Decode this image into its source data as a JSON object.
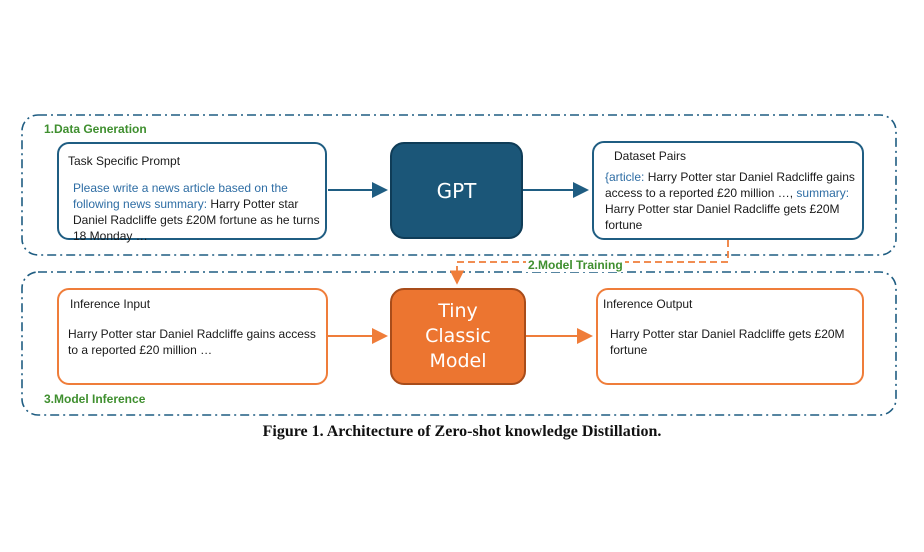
{
  "sections": {
    "data_generation": "1.Data Generation",
    "model_training": "2.Model Training",
    "model_inference": "3.Model Inference"
  },
  "prompt_box": {
    "title": "Task Specific Prompt",
    "instruction": "Please write a news article based on the following news summary:",
    "content": " Harry Potter star Daniel Radcliffe gets £20M fortune as he turns 18 Monday …"
  },
  "gpt_box": {
    "label": "GPT"
  },
  "dataset_box": {
    "title": "Dataset Pairs",
    "article_key": "{article:",
    "article_text": " Harry Potter star Daniel Radcliffe gains access to a reported £20 million …,",
    "summary_key": " summary:",
    "summary_text": " Harry Potter star Daniel Radcliffe gets £20M fortune"
  },
  "inference_input_box": {
    "title": "Inference Input",
    "content": "Harry Potter star Daniel Radcliffe gains access to a reported £20 million …"
  },
  "tiny_model_box": {
    "label": "Tiny Classic Model"
  },
  "inference_output_box": {
    "title": "Inference Output",
    "content": "Harry Potter star Daniel Radcliffe gets £20M fortune"
  },
  "caption": "Figure 1. Architecture of Zero-shot knowledge Distillation.",
  "colors": {
    "blue_border": "#1f5d82",
    "gpt_fill": "#1b5678",
    "orange_border": "#ef7d3a",
    "tiny_fill": "#ec7530",
    "section_label": "#3f8f2f",
    "highlight_text": "#2e6da4"
  }
}
